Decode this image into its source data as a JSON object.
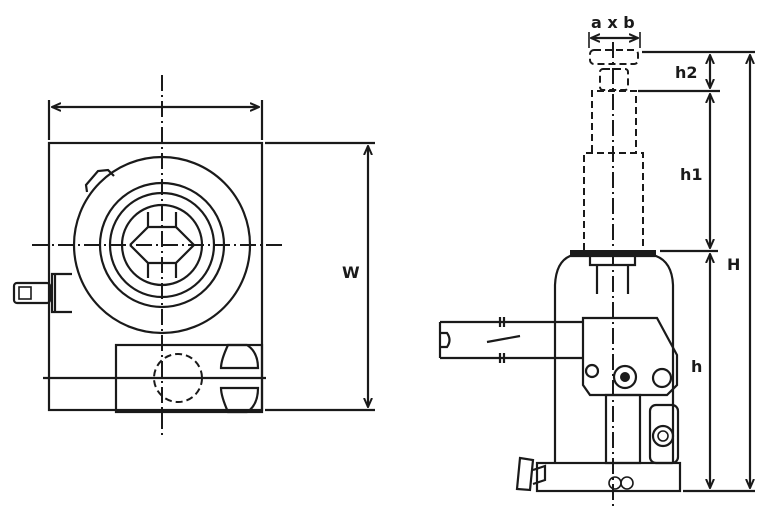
{
  "labels": {
    "width_label": "W",
    "cap_size": "a x b",
    "h2": "h2",
    "h1": "h1",
    "total_height": "H",
    "min_height": "h"
  },
  "colors": {
    "line": "#1a1a1a",
    "background": "#ffffff"
  }
}
